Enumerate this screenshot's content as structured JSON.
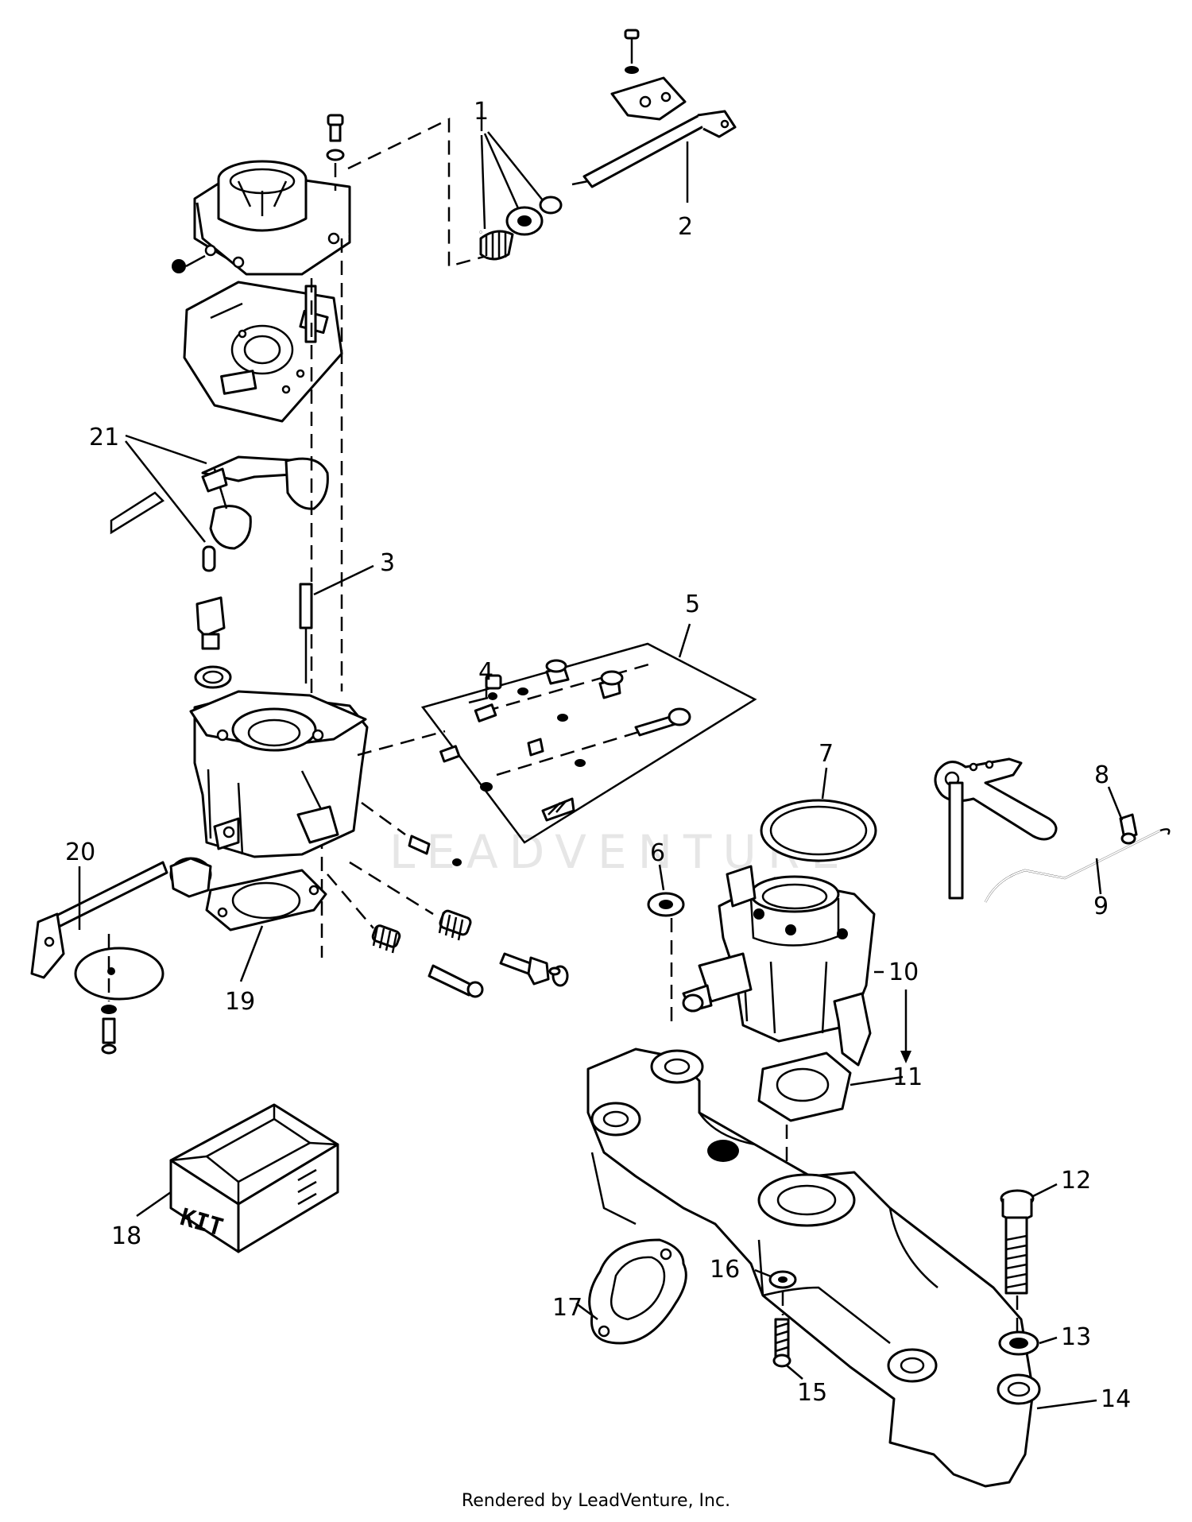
{
  "diagram": {
    "watermark": "LEADVENTURE",
    "kit_label": "KIT",
    "callouts": [
      {
        "id": "1",
        "label": "1"
      },
      {
        "id": "2",
        "label": "2"
      },
      {
        "id": "3",
        "label": "3"
      },
      {
        "id": "4",
        "label": "4"
      },
      {
        "id": "5",
        "label": "5"
      },
      {
        "id": "6",
        "label": "6"
      },
      {
        "id": "7",
        "label": "7"
      },
      {
        "id": "8",
        "label": "8"
      },
      {
        "id": "9",
        "label": "9"
      },
      {
        "id": "10",
        "label": "10"
      },
      {
        "id": "11",
        "label": "11"
      },
      {
        "id": "12",
        "label": "12"
      },
      {
        "id": "13",
        "label": "13"
      },
      {
        "id": "14",
        "label": "14"
      },
      {
        "id": "15",
        "label": "15"
      },
      {
        "id": "16",
        "label": "16"
      },
      {
        "id": "17",
        "label": "17"
      },
      {
        "id": "18",
        "label": "18"
      },
      {
        "id": "19",
        "label": "19"
      },
      {
        "id": "20",
        "label": "20"
      },
      {
        "id": "21",
        "label": "21"
      }
    ]
  },
  "footer": {
    "credit": "Rendered by LeadVenture, Inc."
  }
}
